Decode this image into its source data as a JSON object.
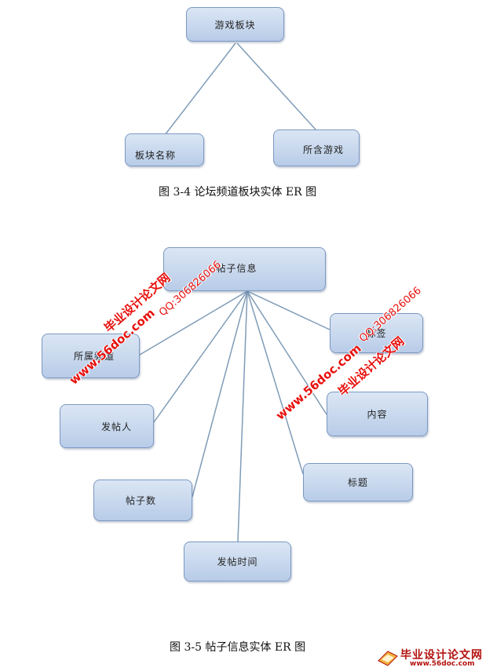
{
  "diagram1": {
    "root": "游戏板块",
    "attributes": [
      "板块名称",
      "所含游戏"
    ],
    "caption": "图 3-4 论坛频道板块实体 ER 图"
  },
  "diagram2": {
    "root": "帖子信息",
    "attributes": [
      "所属频道",
      "发帖人",
      "帖子数",
      "发帖时间",
      "标签",
      "内容",
      "标题"
    ],
    "caption": "图 3-5 帖子信息实体 ER 图"
  },
  "watermark": {
    "site_name": "毕业设计论文网",
    "url": "www.56doc.com",
    "qq": "QQ:306826066"
  },
  "footer_logo": {
    "name": "毕业设计论文网",
    "url": "www.56doc.com"
  },
  "colors": {
    "node_border": "#7c98c2",
    "node_fill": "#c9d9ee",
    "edge": "#7f9cb8",
    "watermark": "#e8100c"
  }
}
